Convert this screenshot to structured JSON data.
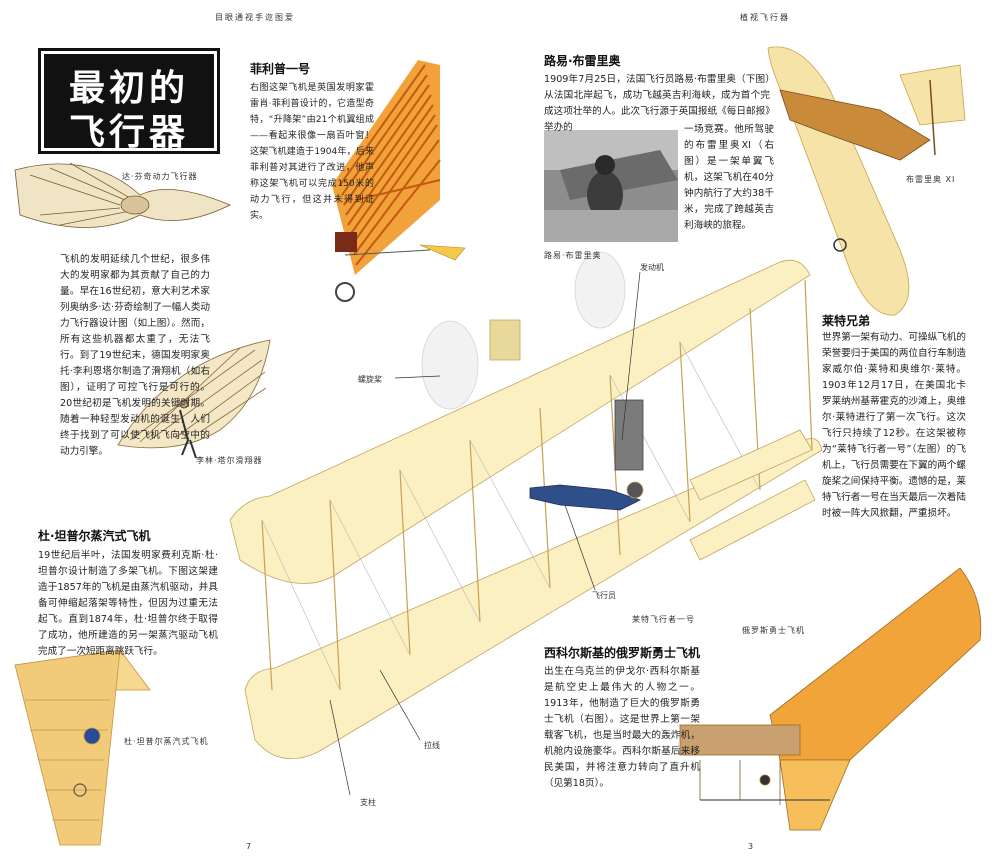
{
  "running_heads": {
    "left": "目眼通视手迩图爱",
    "right": "植视飞行器"
  },
  "page_numbers": {
    "left": "7",
    "right": "3"
  },
  "title": {
    "line1": "最初的",
    "line2": "飞行器"
  },
  "sections": {
    "phillips": {
      "heading": "菲利普一号",
      "body": "右图这架飞机是英国发明家霍雷肖·菲利普设计的，它造型奇特，“升降架”由21个机翼组成——看起来很像一扇百叶窗！这架飞机建造于1904年，后来菲利普对其进行了改进，他声称这架飞机可以完成150米的动力飞行，但这并未得到证实。"
    },
    "intro": {
      "body": "飞机的发明延续几个世纪，很多伟大的发明家都为其贡献了自己的力量。早在16世纪初，意大利艺术家列奥纳多·达·芬奇绘制了一幅人类动力飞行器设计图（如上图）。然而，所有这些机器都太重了，无法飞行。到了19世纪末，德国发明家奥托·李利恩塔尔制造了滑翔机（如右图），证明了可控飞行是可行的。20世纪初是飞机发明的关键时期。随着一种轻型发动机的诞生，人们终于找到了可以使飞机飞向空中的动力引擎。"
    },
    "dutemple": {
      "heading": "杜·坦普尔蒸汽式飞机",
      "body": "19世纪后半叶，法国发明家费利克斯·杜·坦普尔设计制造了多架飞机。下图这架建造于1857年的飞机是由蒸汽机驱动，并具备可伸缩起落架等特性，但因为过重无法起飞。直到1874年，杜·坦普尔终于取得了成功，他所建造的另一架蒸汽驱动飞机完成了一次短距离跳跃飞行。"
    },
    "bleriot": {
      "heading": "路易·布雷里奥",
      "body_top": "1909年7月25日，法国飞行员路易·布雷里奥（下图）从法国北岸起飞，成功飞越英吉利海峡，成为首个完成这项壮举的人。此次飞行源于英国报纸《每日邮报》举办的",
      "body_side": "一场竞赛。他所驾驶的布雷里奥XI（右图）是一架单翼飞机，这架飞机在40分钟内航行了大约38千米，完成了跨越英吉利海峡的旅程。"
    },
    "wright": {
      "heading": "莱特兄弟",
      "body": "世界第一架有动力、可操纵飞机的荣誉要归于美国的两位自行车制造家威尔伯·莱特和奥维尔·莱特。1903年12月17日，在美国北卡罗莱纳州基蒂霍克的沙滩上，奥维尔·莱特进行了第一次飞行。这次飞行只持续了12秒。在这架被称为“莱特飞行者一号”（左图）的飞机上，飞行员需要在下翼的两个螺旋桨之间保持平衡。遗憾的是，莱特飞行者一号在当天最后一次着陆时被一阵大风掀翻，严重损坏。"
    },
    "sikorsky": {
      "heading": "西科尔斯基的俄罗斯勇士飞机",
      "body": "出生在乌克兰的伊戈尔·西科尔斯基是航空史上最伟大的人物之一。1913年，他制造了巨大的俄罗斯勇士飞机（右图）。这是世界上第一架载客飞机，也是当时最大的轰炸机，机舱内设施豪华。西科尔斯基后来移民美国，并将注意力转向了直升机（见第18页）。"
    }
  },
  "captions": {
    "davinci": "达·芬奇动力飞行器",
    "lilienthal": "李林·塔尔滑翔器",
    "dutemple": "杜·坦普尔蒸汽式飞机",
    "bleriot_photo": "路易·布雷里奥",
    "bleriot_xi": "布雷里奥 XI",
    "wright_flyer": "莱特飞行者一号",
    "sikorsky": "俄罗斯勇士飞机"
  },
  "labels": {
    "engine": "发动机",
    "propeller": "螺旋桨",
    "pilot": "飞行员",
    "wire": "拉线",
    "strut": "支柱"
  }
}
